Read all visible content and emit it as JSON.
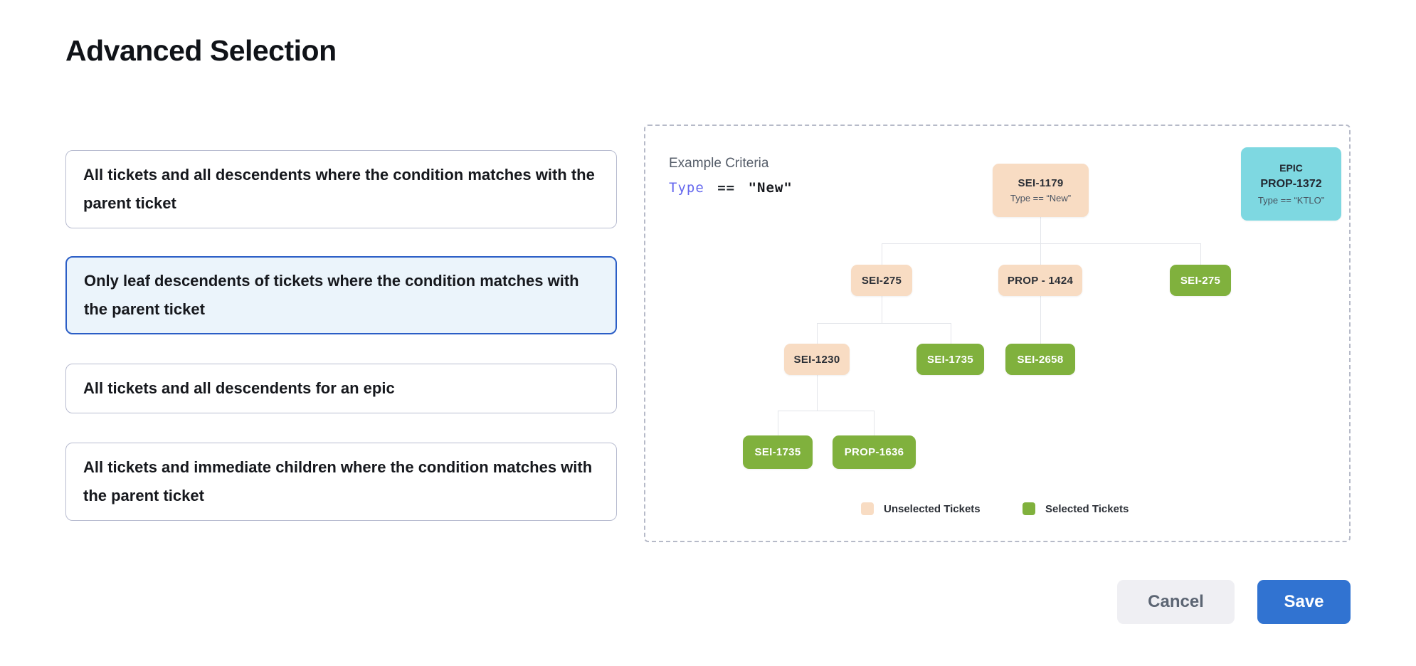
{
  "page": {
    "title": "Advanced Selection"
  },
  "options": [
    {
      "id": "all-descendents",
      "label": "All tickets and all descendents where the condition matches with the parent ticket",
      "selected": false
    },
    {
      "id": "leaf-descendents",
      "label": "Only leaf descendents of tickets where the condition matches with the parent ticket",
      "selected": true
    },
    {
      "id": "epic-descendents",
      "label": "All tickets and all descendents for an epic",
      "selected": false
    },
    {
      "id": "immediate-children",
      "label": "All tickets and immediate children where the condition matches with the parent ticket",
      "selected": false
    }
  ],
  "example": {
    "heading": "Example Criteria",
    "criteria": {
      "field": "Type",
      "operator": "==",
      "value": "\"New\""
    },
    "epic_card": {
      "type": "EPIC",
      "id": "PROP-1372",
      "condition": "Type == “KTLO”"
    },
    "tree": {
      "nodes": [
        {
          "id": "root",
          "label": "SEI-1179",
          "subtitle": "Type == “New”",
          "state": "unselected"
        },
        {
          "id": "l2-a",
          "label": "SEI-275",
          "state": "unselected"
        },
        {
          "id": "l2-b",
          "label": "PROP - 1424",
          "state": "unselected"
        },
        {
          "id": "l2-c",
          "label": "SEI-275",
          "state": "selected"
        },
        {
          "id": "l3-a",
          "label": "SEI-1230",
          "state": "unselected"
        },
        {
          "id": "l3-b",
          "label": "SEI-1735",
          "state": "selected"
        },
        {
          "id": "l3-c",
          "label": "SEI-2658",
          "state": "selected"
        },
        {
          "id": "l4-a",
          "label": "SEI-1735",
          "state": "selected"
        },
        {
          "id": "l4-b",
          "label": "PROP-1636",
          "state": "selected"
        }
      ]
    },
    "legend": [
      {
        "label": "Unselected Tickets",
        "color": "#f8dcc3"
      },
      {
        "label": "Selected Tickets",
        "color": "#80b13d"
      }
    ]
  },
  "footer": {
    "cancel_label": "Cancel",
    "save_label": "Save"
  },
  "colors": {
    "selected_border": "#2b5ec6",
    "selected_bg": "#ebf4fb",
    "unselected_node": "#f8dcc3",
    "selected_node": "#80b13d",
    "epic_card_bg": "#7ed8e1",
    "save_button": "#3173d1",
    "criteria_field": "#6467ee"
  }
}
